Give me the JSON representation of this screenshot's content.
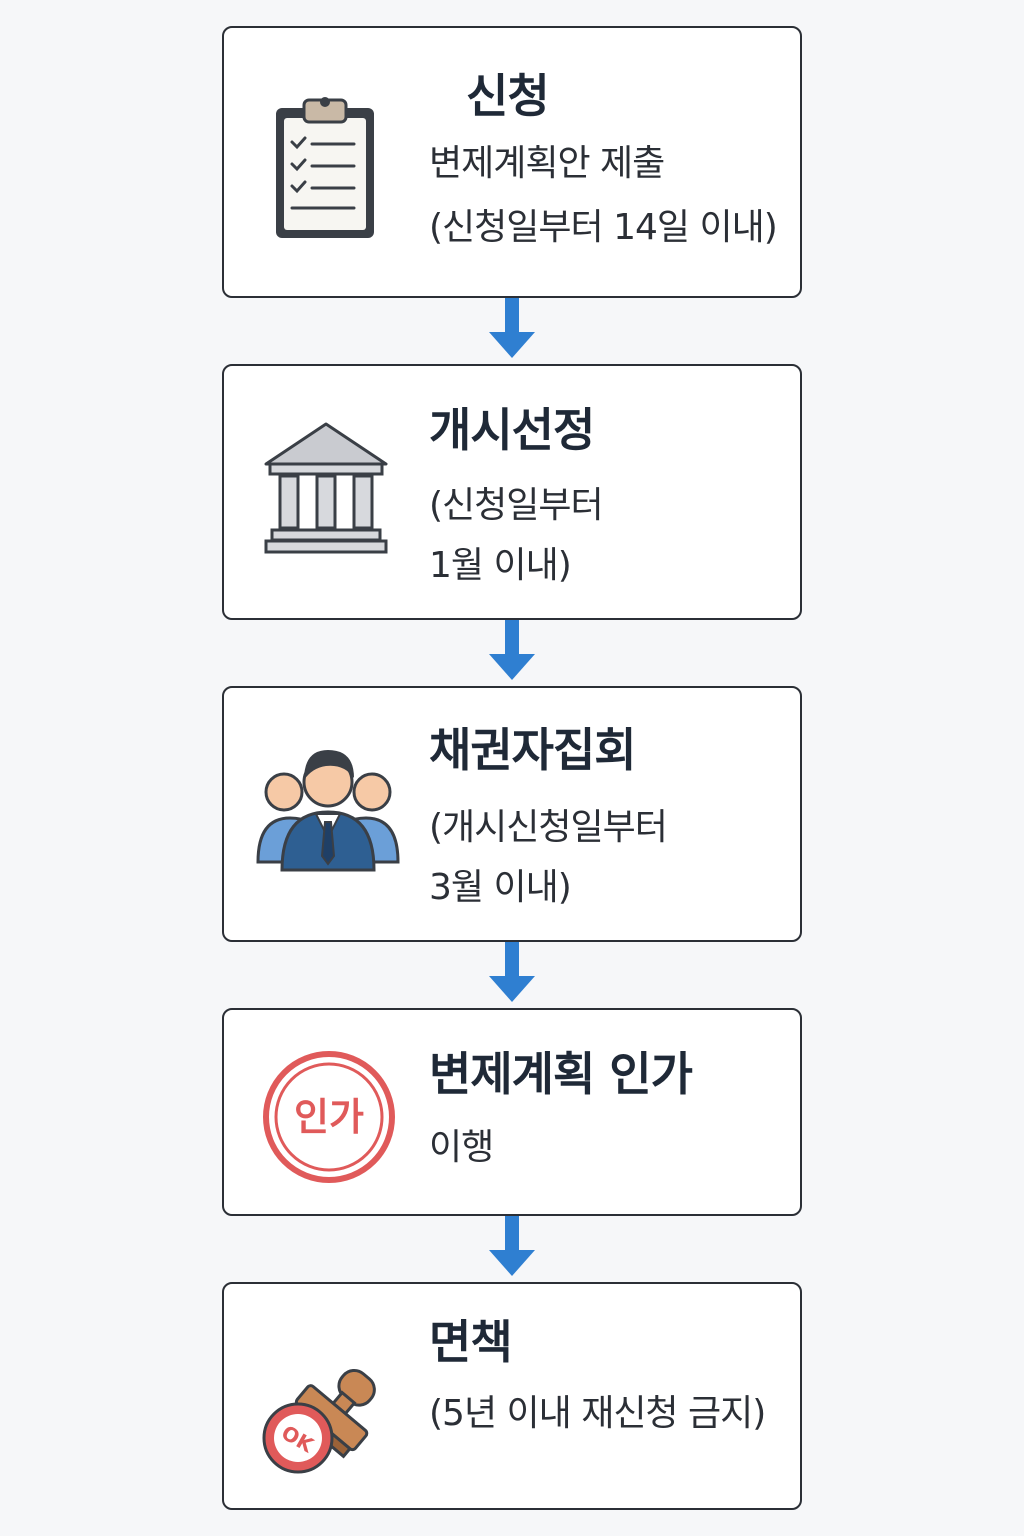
{
  "steps": [
    {
      "title": "신청",
      "subtitle": "변제계획안 제출",
      "note": "(신청일부터 14일 이내)",
      "icon": "clipboard-checklist-icon"
    },
    {
      "title": "개시선정",
      "note": "(신청일부터\n1월 이내)",
      "icon": "courthouse-icon"
    },
    {
      "title": "채권자집회",
      "note": "(개시신청일부터\n3월 이내)",
      "icon": "creditors-group-icon"
    },
    {
      "title": "변제계획 인가",
      "note": "이행",
      "icon": "approval-stamp-icon",
      "stamp_text": "인가"
    },
    {
      "title": "면책",
      "note": "(5년 이내 재신청 금지)",
      "icon": "ok-stamp-icon",
      "stamp_text": "OK"
    }
  ],
  "colors": {
    "arrow": "#2f7fd1",
    "stamp": "#e05a5a",
    "border": "#2b2f36"
  }
}
